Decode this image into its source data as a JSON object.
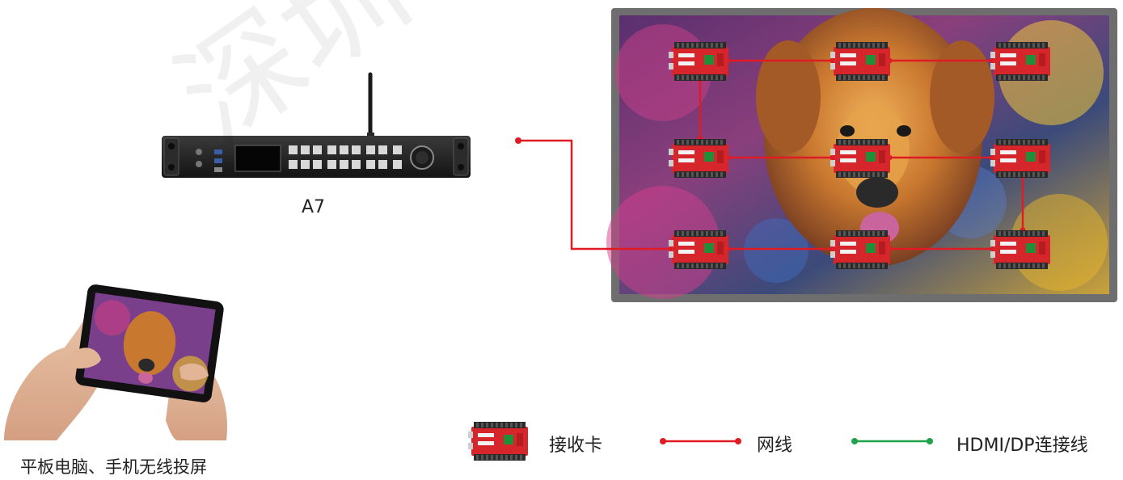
{
  "device": {
    "label": "A7"
  },
  "tablet": {
    "caption": "平板电脑、手机无线投屏"
  },
  "legend": {
    "receiver_label": "接收卡",
    "network_label": "网线",
    "hdmi_label": "HDMI/DP连接线"
  },
  "watermark": {
    "text": "深圳市..."
  },
  "colors": {
    "network_line": "#e01b24",
    "hdmi_line": "#1fa34a",
    "screen_frame": "#6e6e6e",
    "receiver_card": "#d6262b"
  },
  "icons": [
    "antenna-icon",
    "controller-icon",
    "receiver-card-icon",
    "tablet-icon"
  ]
}
